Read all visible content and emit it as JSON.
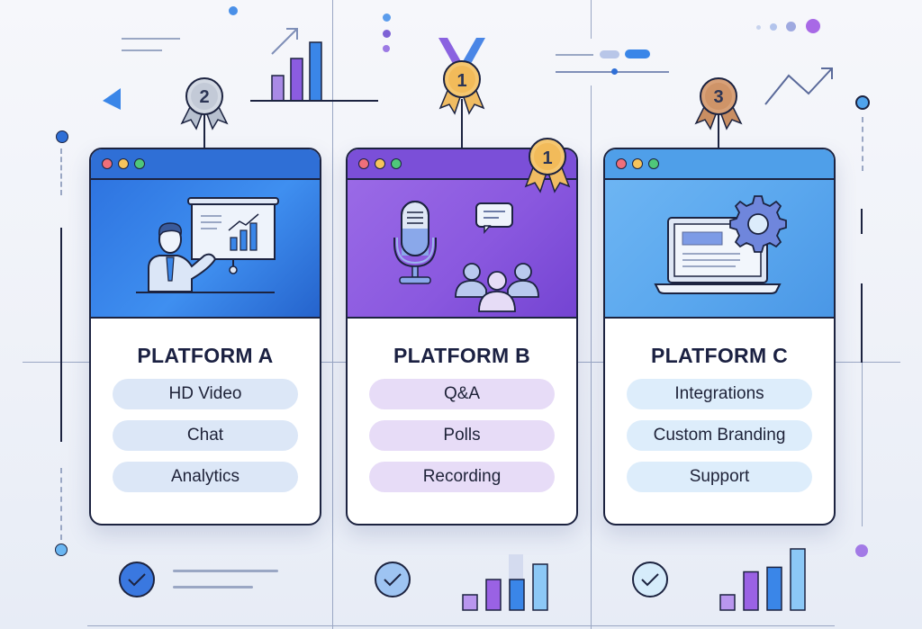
{
  "platforms": [
    {
      "name": "PLATFORM A",
      "rank": "2",
      "medal": "silver",
      "theme": "#2f6fd6",
      "illustration": "presenter-with-chart",
      "features": [
        "HD Video",
        "Chat",
        "Analytics"
      ]
    },
    {
      "name": "PLATFORM B",
      "rank": "1",
      "medal": "gold",
      "theme": "#7b4fd8",
      "illustration": "microphone-and-audience",
      "corner_badge": "1",
      "features": [
        "Q&A",
        "Polls",
        "Recording"
      ]
    },
    {
      "name": "PLATFORM C",
      "rank": "3",
      "medal": "bronze",
      "theme": "#4f9fe9",
      "illustration": "laptop-with-gear",
      "features": [
        "Integrations",
        "Custom Branding",
        "Support"
      ]
    }
  ],
  "colors": {
    "gold": "#f2c46a",
    "silver": "#c9d0dc",
    "bronze": "#d29a6e",
    "outline": "#1c2340",
    "window_red": "#ef6f7a",
    "window_yellow": "#f6c45c",
    "window_green": "#4fc77a"
  },
  "decorations": {
    "bottom_mini_charts": [
      {
        "values": [
          1,
          2,
          2,
          3
        ]
      },
      {
        "values": [
          1,
          2.5,
          2.8,
          4
        ]
      }
    ]
  }
}
